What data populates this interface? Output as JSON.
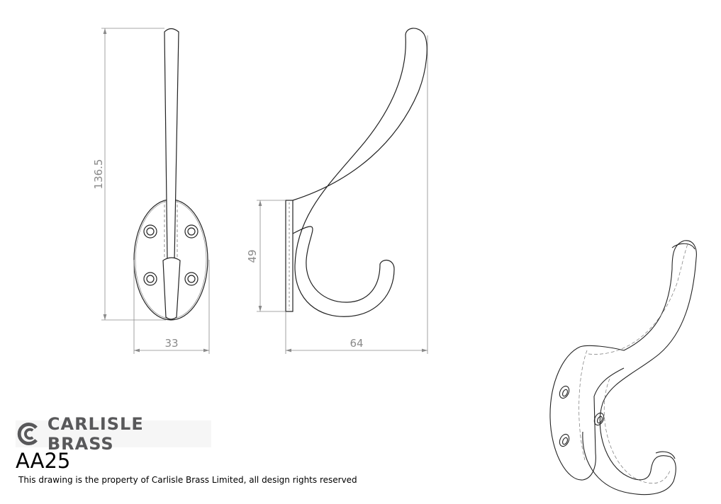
{
  "drawing": {
    "dimensions": {
      "height": "136.5",
      "plate_width": "33",
      "plate_height": "49",
      "projection": "64"
    }
  },
  "title_block": {
    "brand": "CARLISLE BRASS",
    "model": "AA25",
    "notice": "This drawing is the property of Carlisle Brass Limited, all design rights reserved"
  }
}
